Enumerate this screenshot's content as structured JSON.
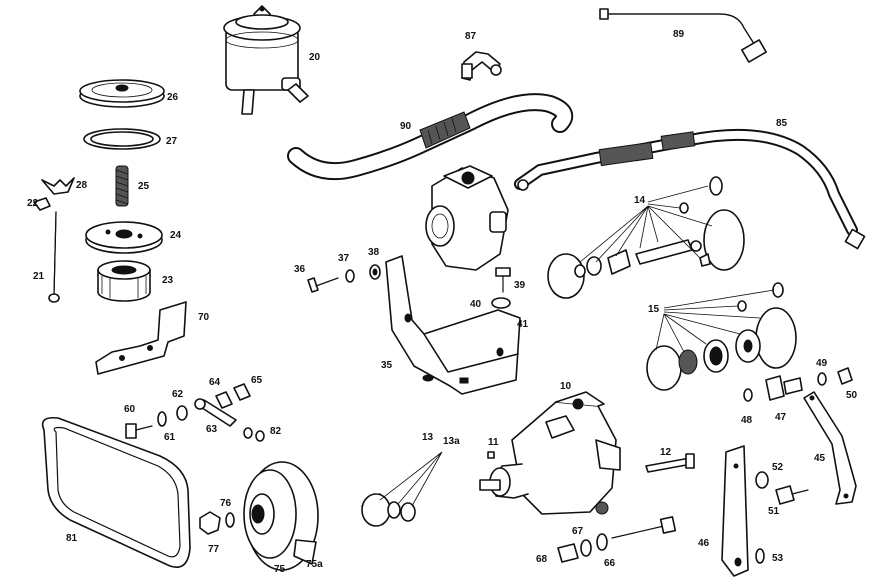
{
  "labels": {
    "p20": "20",
    "p26": "26",
    "p27": "27",
    "p25": "25",
    "p28": "28",
    "p22": "22",
    "p24": "24",
    "p21": "21",
    "p23": "23",
    "p70": "70",
    "p87": "87",
    "p89": "89",
    "p90": "90",
    "p85": "85",
    "p14": "14",
    "p36": "36",
    "p37": "37",
    "p38": "38",
    "p39": "39",
    "p40": "40",
    "p41": "41",
    "p35": "35",
    "p15": "15",
    "p49": "49",
    "p50": "50",
    "p48": "48",
    "p47": "47",
    "p10": "10",
    "p13": "13",
    "p13a": "13a",
    "p11": "11",
    "p12": "12",
    "p60": "60",
    "p61": "61",
    "p62": "62",
    "p63": "63",
    "p64": "64",
    "p65": "65",
    "p82": "82",
    "p81": "81",
    "p76": "76",
    "p77": "77",
    "p75": "75",
    "p75a": "75a",
    "p67": "67",
    "p68": "68",
    "p66": "66",
    "p46": "46",
    "p52": "52",
    "p51": "51",
    "p53": "53",
    "p45": "45"
  }
}
